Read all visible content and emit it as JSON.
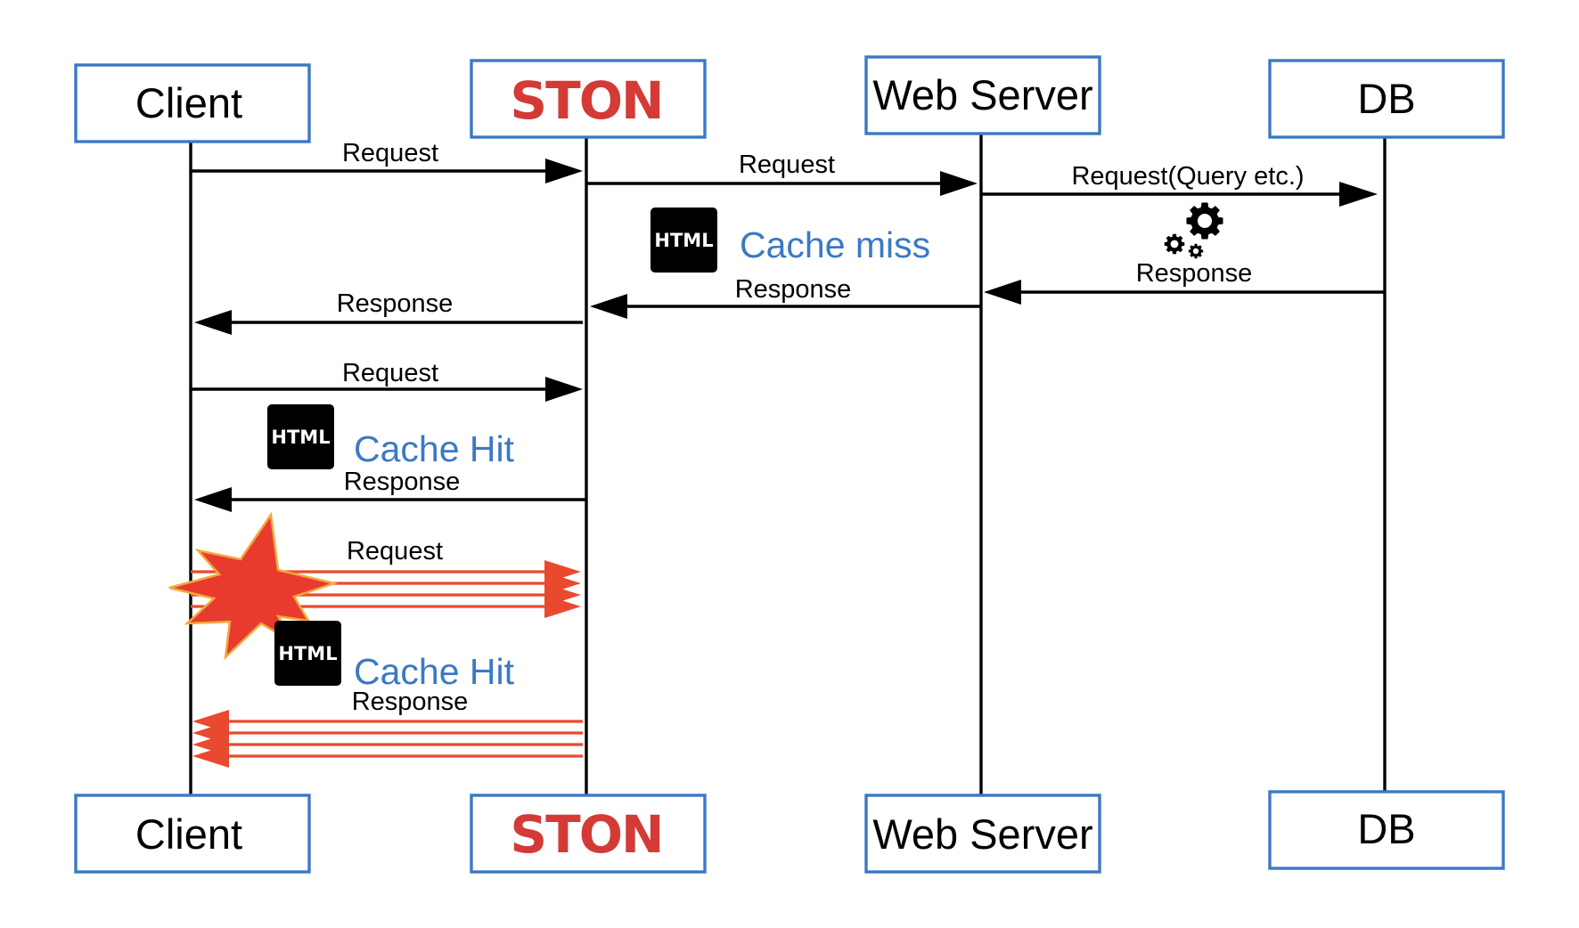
{
  "actors": [
    {
      "id": "client",
      "label": "Client",
      "style": "plain"
    },
    {
      "id": "ston",
      "label": "STON",
      "style": "brand"
    },
    {
      "id": "webserver",
      "label": "Web Server",
      "style": "plain"
    },
    {
      "id": "db",
      "label": "DB",
      "style": "plain"
    }
  ],
  "messages": [
    {
      "label": "Request",
      "from": "client",
      "to": "ston",
      "kind": "single"
    },
    {
      "label": "Request",
      "from": "ston",
      "to": "webserver",
      "kind": "single"
    },
    {
      "label": "Request(Query etc.)",
      "from": "webserver",
      "to": "db",
      "kind": "single"
    },
    {
      "label": "Response",
      "from": "db",
      "to": "webserver",
      "kind": "single"
    },
    {
      "label": "Response",
      "from": "webserver",
      "to": "ston",
      "kind": "single"
    },
    {
      "label": "Response",
      "from": "ston",
      "to": "client",
      "kind": "single"
    },
    {
      "label": "Request",
      "from": "client",
      "to": "ston",
      "kind": "single"
    },
    {
      "label": "Response",
      "from": "ston",
      "to": "client",
      "kind": "single"
    },
    {
      "label": "Request",
      "from": "client",
      "to": "ston",
      "kind": "burst"
    },
    {
      "label": "Response",
      "from": "ston",
      "to": "client",
      "kind": "burst"
    }
  ],
  "notes": [
    {
      "badge": "HTML",
      "label": "Cache miss"
    },
    {
      "badge": "HTML",
      "label": "Cache Hit"
    },
    {
      "badge": "HTML",
      "label": "Cache Hit"
    }
  ],
  "icons": {
    "db_processing": "gears-icon",
    "burst_marker": "explosion-icon"
  },
  "colors": {
    "box_border": "#3b79c4",
    "brand": "#d43a36",
    "note_text": "#3b79c4",
    "burst_arrows": "#e94a2f",
    "line": "#000000"
  }
}
